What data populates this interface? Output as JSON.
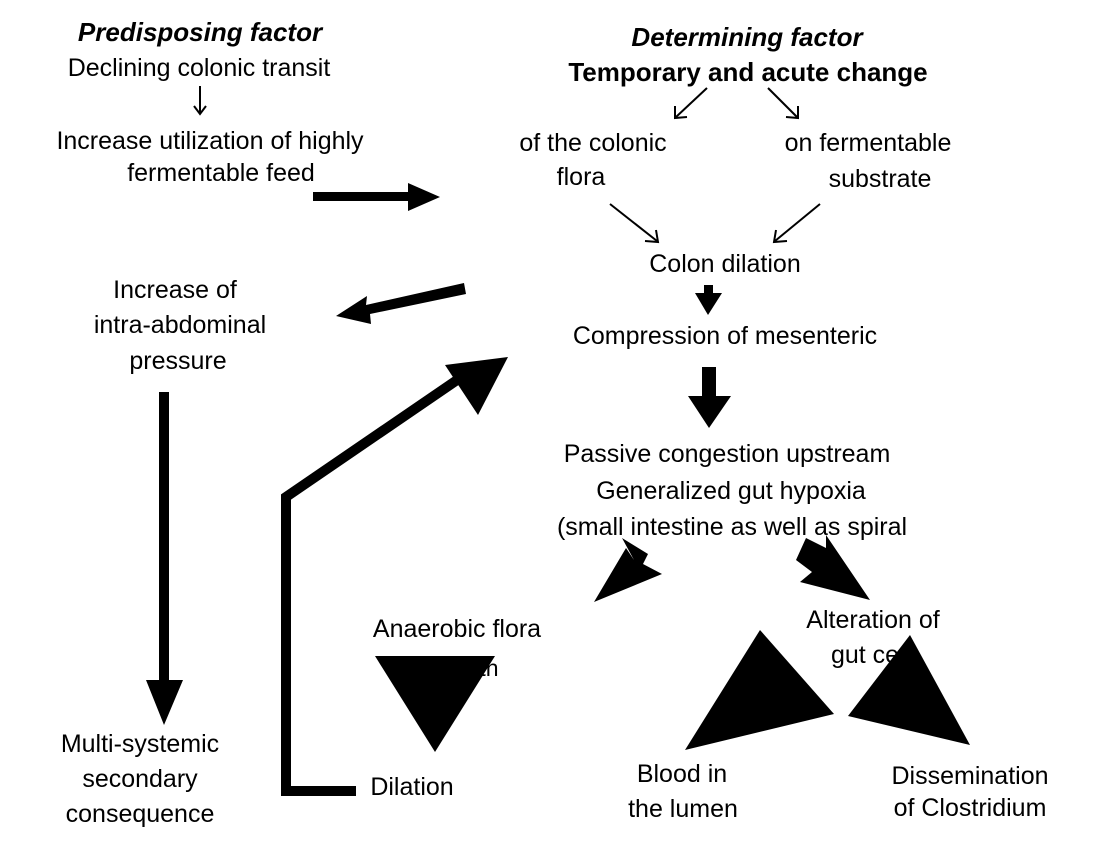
{
  "headers": {
    "predisposing": "Predisposing factor",
    "determining": "Determining factor"
  },
  "nodes": {
    "declining_transit": "Declining colonic transit",
    "increase_utilization_1": "Increase utilization of highly",
    "increase_utilization_2": "fermentable feed",
    "temporary_change": "Temporary and acute change",
    "colonic_flora_1": "of the colonic",
    "colonic_flora_2": "flora",
    "fermentable_substrate_1": "on fermentable",
    "fermentable_substrate_2": "substrate",
    "colon_dilation": "Colon dilation",
    "compression": "Compression of mesenteric",
    "intra_abdominal_1": "Increase of",
    "intra_abdominal_2": "intra-abdominal",
    "intra_abdominal_3": "pressure",
    "passive_congestion": "Passive congestion upstream",
    "gut_hypoxia": "Generalized gut hypoxia",
    "small_intestine": "(small intestine as well as spiral",
    "anaerobic_flora": "Anaerobic flora",
    "anaerobic_flora_cut": "th",
    "alteration_1": "Alteration of",
    "alteration_2": "gut ce",
    "multi_systemic_1": "Multi-systemic",
    "multi_systemic_2": "secondary",
    "multi_systemic_3": "consequence",
    "dilation": "Dilation",
    "blood_1": "Blood in",
    "blood_2": "the lumen",
    "dissemination_1": "Dissemination",
    "dissemination_2": "of Clostridium"
  },
  "colors": {
    "ink": "#000000",
    "background": "#ffffff"
  }
}
